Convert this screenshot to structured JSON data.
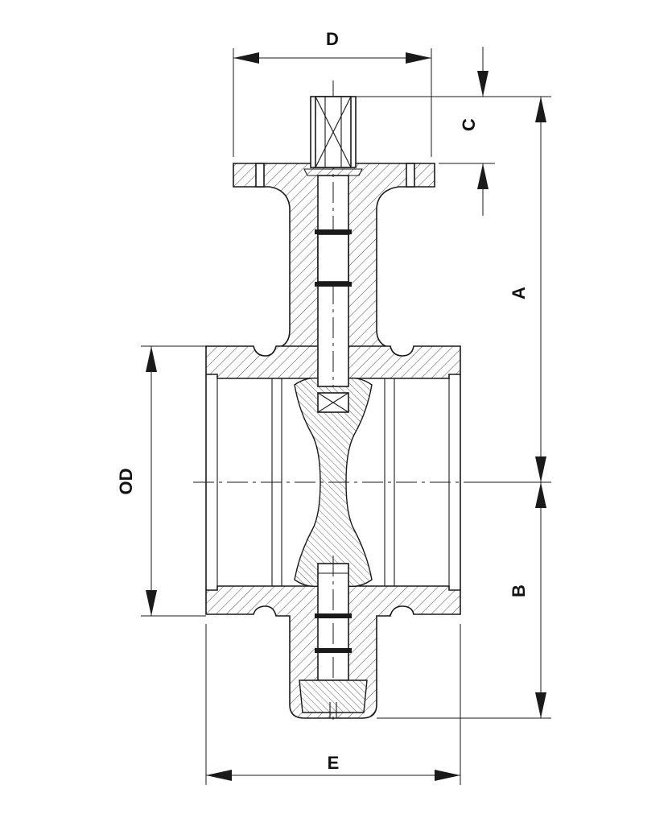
{
  "drawing": {
    "dimensions": {
      "a": "A",
      "b": "B",
      "c": "C",
      "d": "D",
      "e": "E",
      "od": "OD"
    }
  }
}
